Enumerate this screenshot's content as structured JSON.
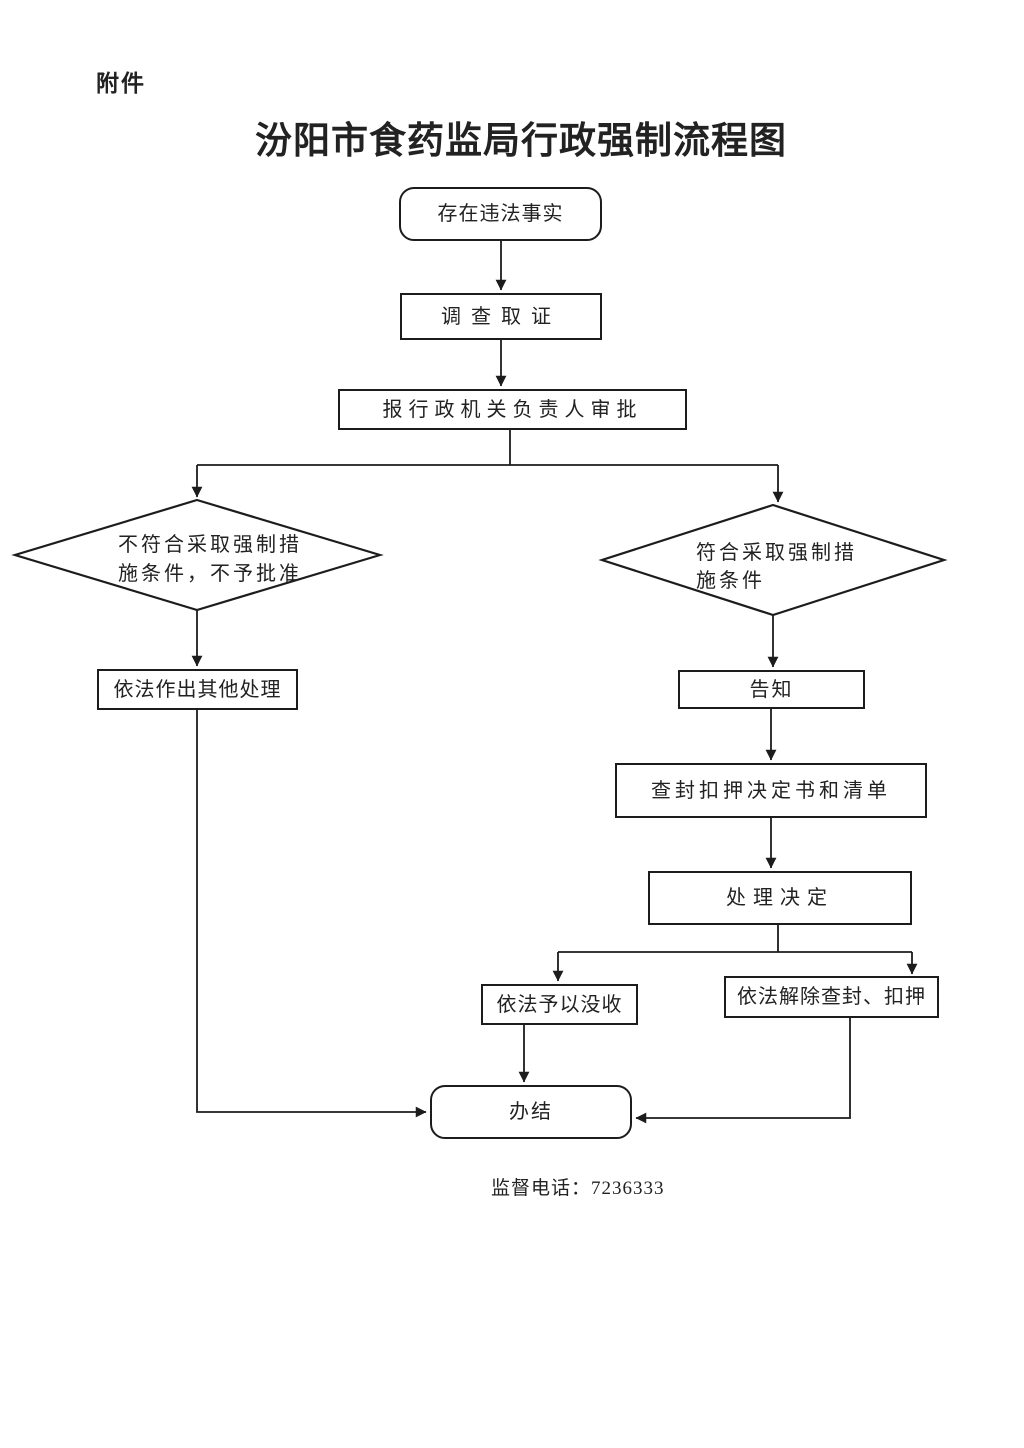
{
  "page": {
    "attachment_label": "附件",
    "title": "汾阳市食药监局行政强制流程图",
    "footer_phone": "监督电话：7236333"
  },
  "nodes": {
    "start": {
      "label": "存在违法事实"
    },
    "investigate": {
      "label": "调查取证"
    },
    "approval": {
      "label": "报行政机关负责人审批"
    },
    "reject_diamond": {
      "line1": "不符合采取强制措",
      "line2": "施条件，不予批准"
    },
    "accept_diamond": {
      "line1": "符合采取强制措",
      "line2": "施条件"
    },
    "other_handling": {
      "label": "依法作出其他处理"
    },
    "notify": {
      "label": "告知"
    },
    "seizure_doc": {
      "label": "查封扣押决定书和清单"
    },
    "handle_decision": {
      "label": "处理决定"
    },
    "confiscate": {
      "label": "依法予以没收"
    },
    "release": {
      "label": "依法解除查封、扣押"
    },
    "complete": {
      "label": "办结"
    }
  },
  "colors": {
    "line": "#1c1c1c",
    "text": "#222222",
    "background": "#ffffff"
  }
}
